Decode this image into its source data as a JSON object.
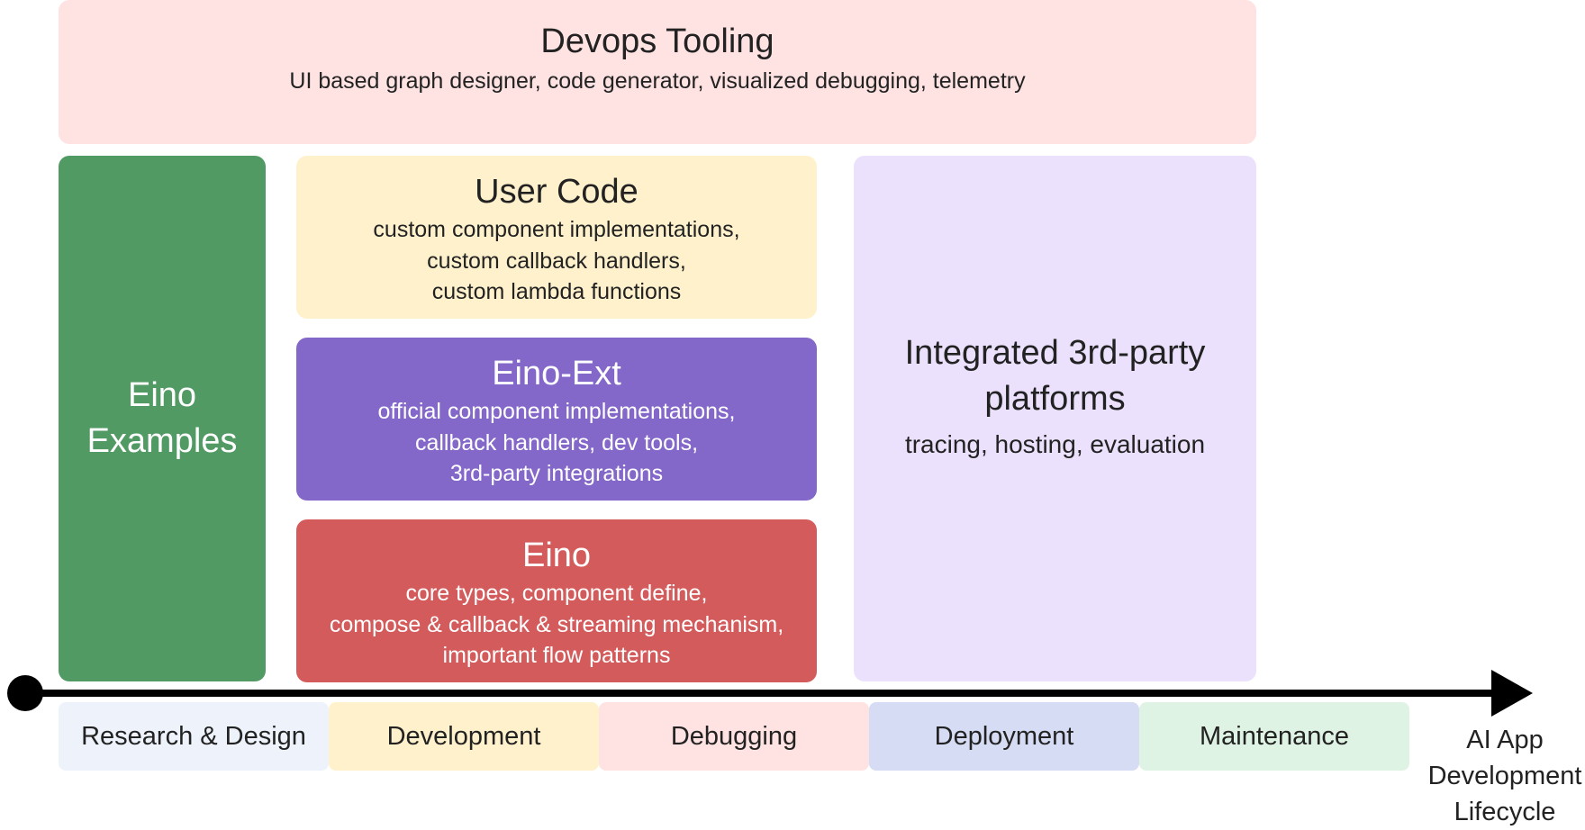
{
  "devops": {
    "title": "Devops Tooling",
    "desc": "UI based graph designer, code generator, visualized debugging, telemetry"
  },
  "examples": {
    "title_lines": [
      "Eino",
      "Examples"
    ]
  },
  "user_code": {
    "title": "User Code",
    "desc_lines": [
      "custom component implementations,",
      "custom callback handlers,",
      "custom lambda functions"
    ]
  },
  "eino_ext": {
    "title": "Eino-Ext",
    "desc_lines": [
      "official component implementations,",
      "callback handlers, dev tools,",
      "3rd-party integrations"
    ]
  },
  "eino": {
    "title": "Eino",
    "desc_lines": [
      "core types, component define,",
      "compose & callback & streaming mechanism,",
      "important flow patterns"
    ]
  },
  "third_party": {
    "title_lines": [
      "Integrated 3rd-party",
      "platforms"
    ],
    "desc": "tracing, hosting, evaluation"
  },
  "stages": [
    "Research & Design",
    "Development",
    "Debugging",
    "Deployment",
    "Maintenance"
  ],
  "axis_label_lines": [
    "AI App",
    "Development",
    "Lifecycle"
  ],
  "colors": {
    "devops": "#ffe2e2",
    "examples": "#519a64",
    "user_code": "#fff1cc",
    "eino_ext": "#8468c9",
    "eino": "#d45b5b",
    "third_party": "#ebe1fc",
    "stage_research": "#eef3fb",
    "stage_development": "#fff1cc",
    "stage_debugging": "#ffe2e2",
    "stage_deployment": "#d5dcf3",
    "stage_maintenance": "#dff3e4",
    "axis": "#000000"
  }
}
